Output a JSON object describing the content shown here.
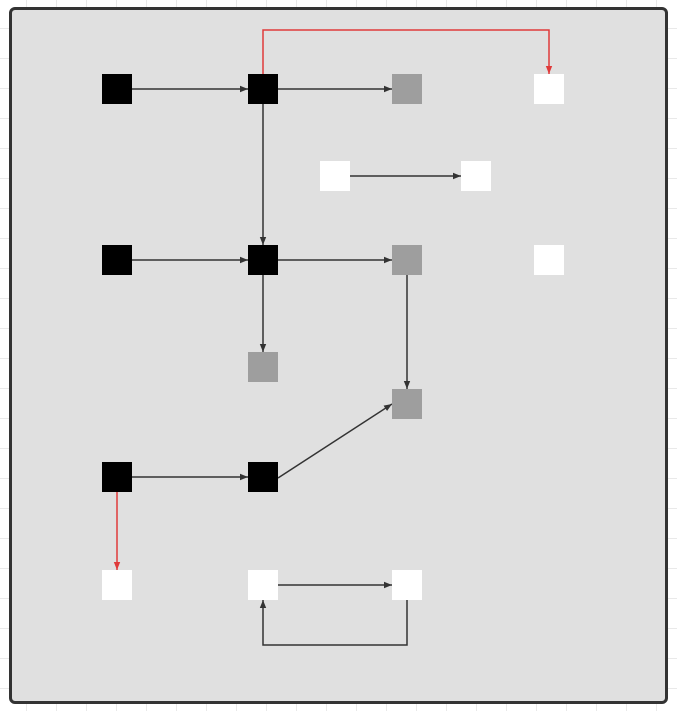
{
  "colors": {
    "panel_background": "#e0e0e0",
    "panel_border": "#333333",
    "edge_default": "#333333",
    "edge_highlight": "#e03a3a",
    "node_black": "#000000",
    "node_gray": "#9e9e9e",
    "node_white": "#ffffff"
  },
  "nodes": [
    {
      "id": "a",
      "fill": "black"
    },
    {
      "id": "b",
      "fill": "black"
    },
    {
      "id": "c",
      "fill": "gray"
    },
    {
      "id": "d",
      "fill": "white"
    },
    {
      "id": "e",
      "fill": "white"
    },
    {
      "id": "f",
      "fill": "white"
    },
    {
      "id": "g",
      "fill": "black"
    },
    {
      "id": "h",
      "fill": "black"
    },
    {
      "id": "i",
      "fill": "gray"
    },
    {
      "id": "j",
      "fill": "white"
    },
    {
      "id": "k",
      "fill": "gray"
    },
    {
      "id": "l",
      "fill": "gray"
    },
    {
      "id": "m",
      "fill": "black"
    },
    {
      "id": "n",
      "fill": "black"
    },
    {
      "id": "o",
      "fill": "white"
    },
    {
      "id": "p",
      "fill": "white"
    },
    {
      "id": "q",
      "fill": "white"
    }
  ],
  "edges": [
    {
      "from": "a",
      "to": "b",
      "style": "default"
    },
    {
      "from": "b",
      "to": "c",
      "style": "default"
    },
    {
      "from": "b",
      "to": "d",
      "style": "highlight"
    },
    {
      "from": "e",
      "to": "f",
      "style": "default"
    },
    {
      "from": "b",
      "to": "h",
      "style": "default"
    },
    {
      "from": "g",
      "to": "h",
      "style": "default"
    },
    {
      "from": "h",
      "to": "i",
      "style": "default"
    },
    {
      "from": "h",
      "to": "k",
      "style": "default"
    },
    {
      "from": "i",
      "to": "l",
      "style": "default"
    },
    {
      "from": "n",
      "to": "l",
      "style": "default"
    },
    {
      "from": "m",
      "to": "n",
      "style": "default"
    },
    {
      "from": "m",
      "to": "o",
      "style": "highlight"
    },
    {
      "from": "p",
      "to": "q",
      "style": "default"
    },
    {
      "from": "q",
      "to": "p",
      "style": "default"
    }
  ]
}
